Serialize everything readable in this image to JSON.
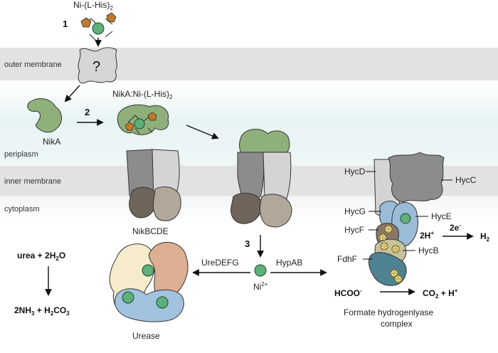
{
  "regions": {
    "outer_membrane": "outer membrane",
    "periplasm": "periplasm",
    "inner_membrane": "inner membrane",
    "cytoplasm": "cytoplasm"
  },
  "steps": {
    "one": "1",
    "two": "2",
    "three": "3"
  },
  "molecules": {
    "ni_his_main": "Ni-(L-His)",
    "ni_his_sub": "2",
    "unknown_porin": "?",
    "nika": "NikA",
    "nika_complex_main": "NikA:Ni-(L-His)",
    "nika_complex_sub": "2",
    "nikbcde": "NikBCDE",
    "ni_ion_main": "Ni",
    "ni_ion_sup": "2+",
    "uredefg": "UreDEFG",
    "hypab": "HypAB",
    "urease": "Urease"
  },
  "urea_reaction": {
    "left_a": "urea + 2H",
    "left_sub": "2",
    "left_b": "O",
    "right_a": "2NH",
    "right_sub1": "3",
    "right_b": " + H",
    "right_sub2": "2",
    "right_c": "CO",
    "right_sub3": "3"
  },
  "fhl": {
    "hycd": "HycD",
    "hycc": "HycC",
    "hycg": "HycG",
    "hyce": "HycE",
    "hycf": "HycF",
    "hycb": "HycB",
    "fdhf": "FdhF",
    "protons_main": "2H",
    "protons_sup": "+",
    "electrons_main": "2e",
    "electrons_sup": "-",
    "h2_main": "H",
    "h2_sub": "2",
    "formate_main": "HCOO",
    "formate_sup": "-",
    "products_a": "CO",
    "products_sub": "2",
    "products_b": " + H",
    "products_sup": "+",
    "title_line1": "Formate hydrogenlyase",
    "title_line2": "complex"
  },
  "colors": {
    "membrane": "#e2e2e2",
    "periplasm_tint": "#e9f4f4",
    "green_protein": "#8fb07a",
    "ni_atom": "#5fb07a",
    "his_pentagon": "#c07a2a",
    "dark_grey": "#8c8c8c",
    "light_grey": "#d4d4d4",
    "taupe": "#b2a89a",
    "urease_yellow": "#f6eccb",
    "urease_peach": "#dcae92",
    "urease_blue": "#a2c3e0",
    "fhl_blue": "#9abcd8",
    "fhl_teal": "#4f8293",
    "fe_s_yellow": "#f3df72"
  }
}
